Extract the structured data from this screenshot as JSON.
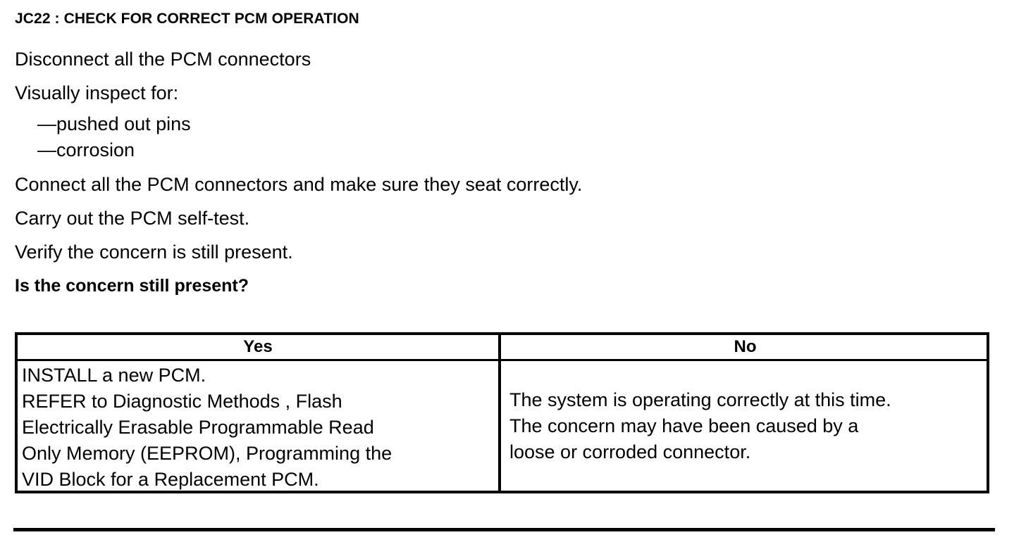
{
  "document": {
    "step_heading": "JC22 : CHECK FOR CORRECT PCM OPERATION",
    "instructions": [
      {
        "text": "Disconnect all the PCM connectors",
        "style": "normal"
      },
      {
        "text": "Visually inspect for:",
        "style": "normal"
      }
    ],
    "bullets": [
      "—pushed out pins",
      "—corrosion"
    ],
    "instructions_after": [
      {
        "text": "Connect all the PCM connectors and make sure they seat correctly.",
        "style": "normal"
      },
      {
        "text": "Carry out the PCM self-test.",
        "style": "normal"
      },
      {
        "text": "Verify the concern is still present.",
        "style": "normal"
      },
      {
        "text": "Is the concern still present?",
        "style": "bold"
      }
    ]
  },
  "decision_table": {
    "headers": {
      "yes": "Yes",
      "no": "No"
    },
    "yes_cell_lines": [
      "INSTALL a new PCM.",
      "REFER to Diagnostic Methods , Flash",
      "Electrically Erasable Programmable Read",
      "Only Memory  (EEPROM), Programming the",
      "VID Block for a Replacement PCM."
    ],
    "no_cell_lines": [
      "The system is operating correctly at this time.",
      "The concern may have been caused by a",
      "loose or corroded connector."
    ]
  },
  "colors": {
    "ink": "#000000",
    "paper": "#ffffff"
  }
}
